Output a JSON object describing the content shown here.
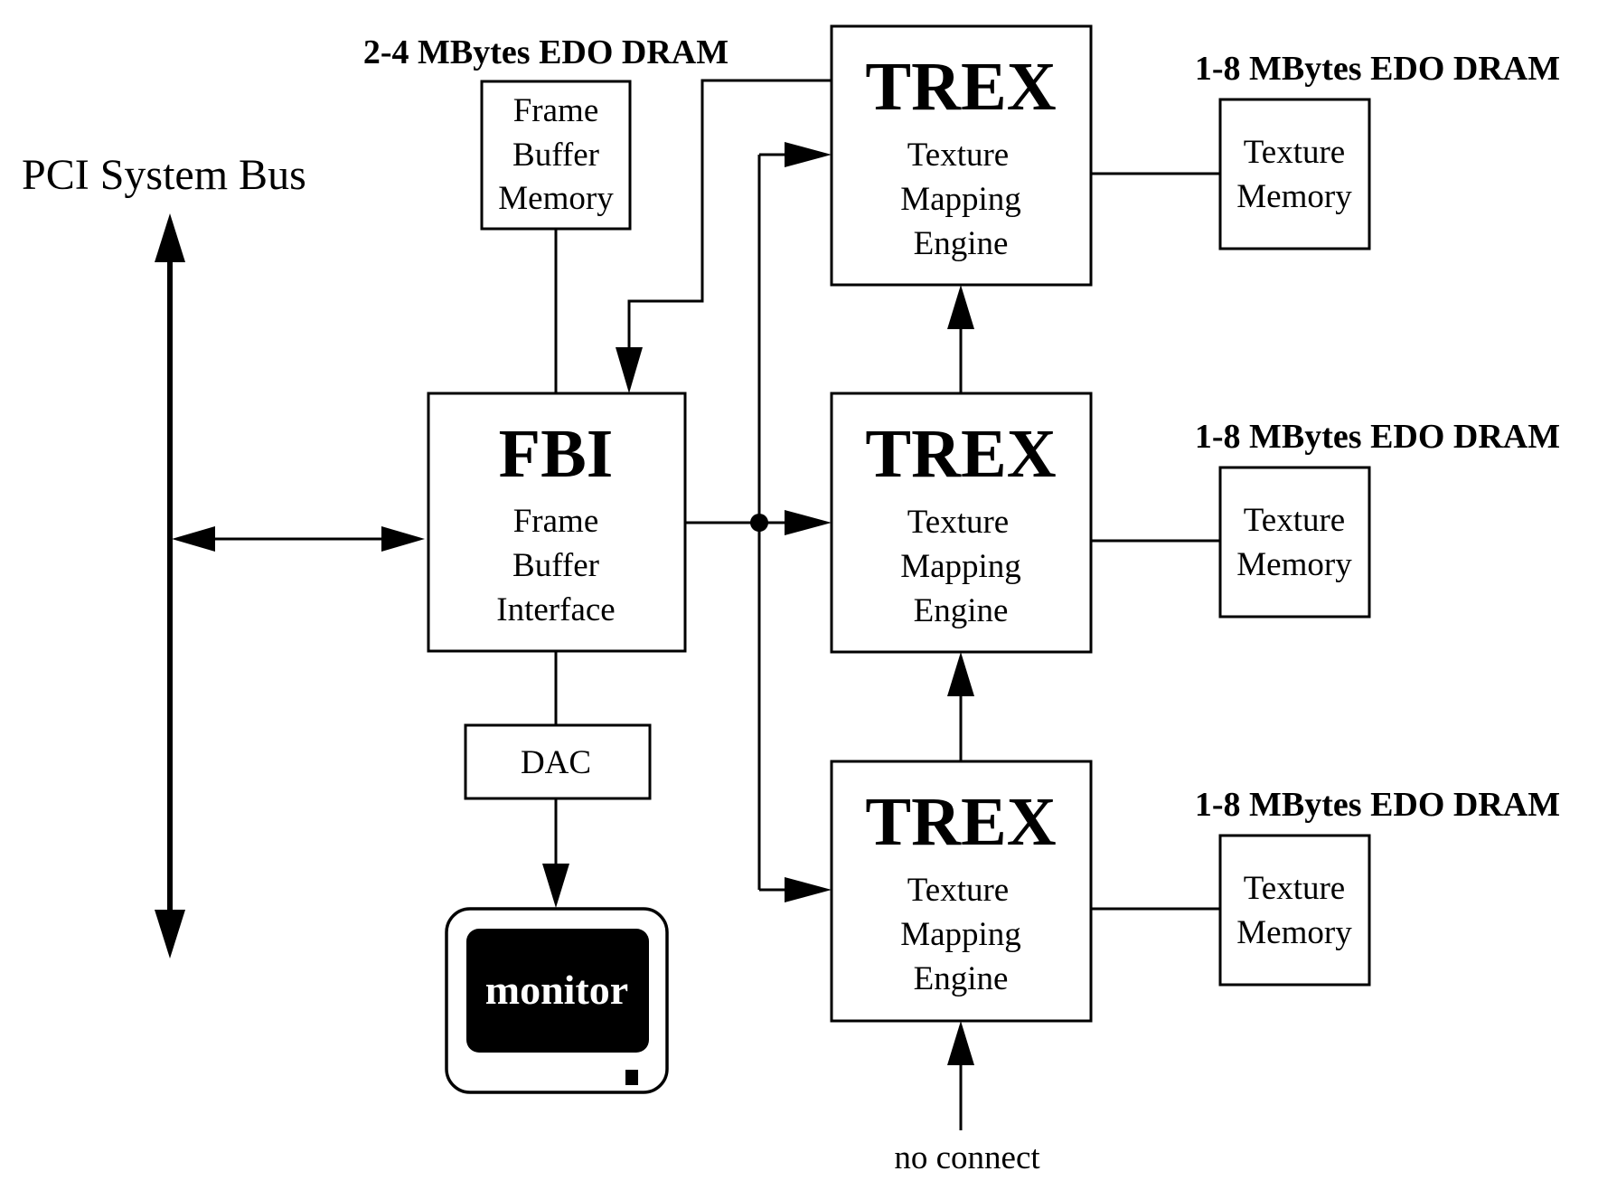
{
  "pci_bus": {
    "label": "PCI System Bus"
  },
  "frame_buffer": {
    "caption": "2-4 MBytes EDO DRAM",
    "lines": [
      "Frame",
      "Buffer",
      "Memory"
    ]
  },
  "fbi": {
    "title": "FBI",
    "lines": [
      "Frame",
      "Buffer",
      "Interface"
    ]
  },
  "dac": {
    "label": "DAC"
  },
  "monitor": {
    "label": "monitor"
  },
  "trex_units": [
    {
      "title": "TREX",
      "lines": [
        "Texture",
        "Mapping",
        "Engine"
      ],
      "dram_caption": "1-8 MBytes EDO DRAM",
      "memory_lines": [
        "Texture",
        "Memory"
      ]
    },
    {
      "title": "TREX",
      "lines": [
        "Texture",
        "Mapping",
        "Engine"
      ],
      "dram_caption": "1-8 MBytes EDO DRAM",
      "memory_lines": [
        "Texture",
        "Memory"
      ]
    },
    {
      "title": "TREX",
      "lines": [
        "Texture",
        "Mapping",
        "Engine"
      ],
      "dram_caption": "1-8 MBytes EDO DRAM",
      "memory_lines": [
        "Texture",
        "Memory"
      ]
    }
  ],
  "no_connect": {
    "label": "no connect"
  }
}
